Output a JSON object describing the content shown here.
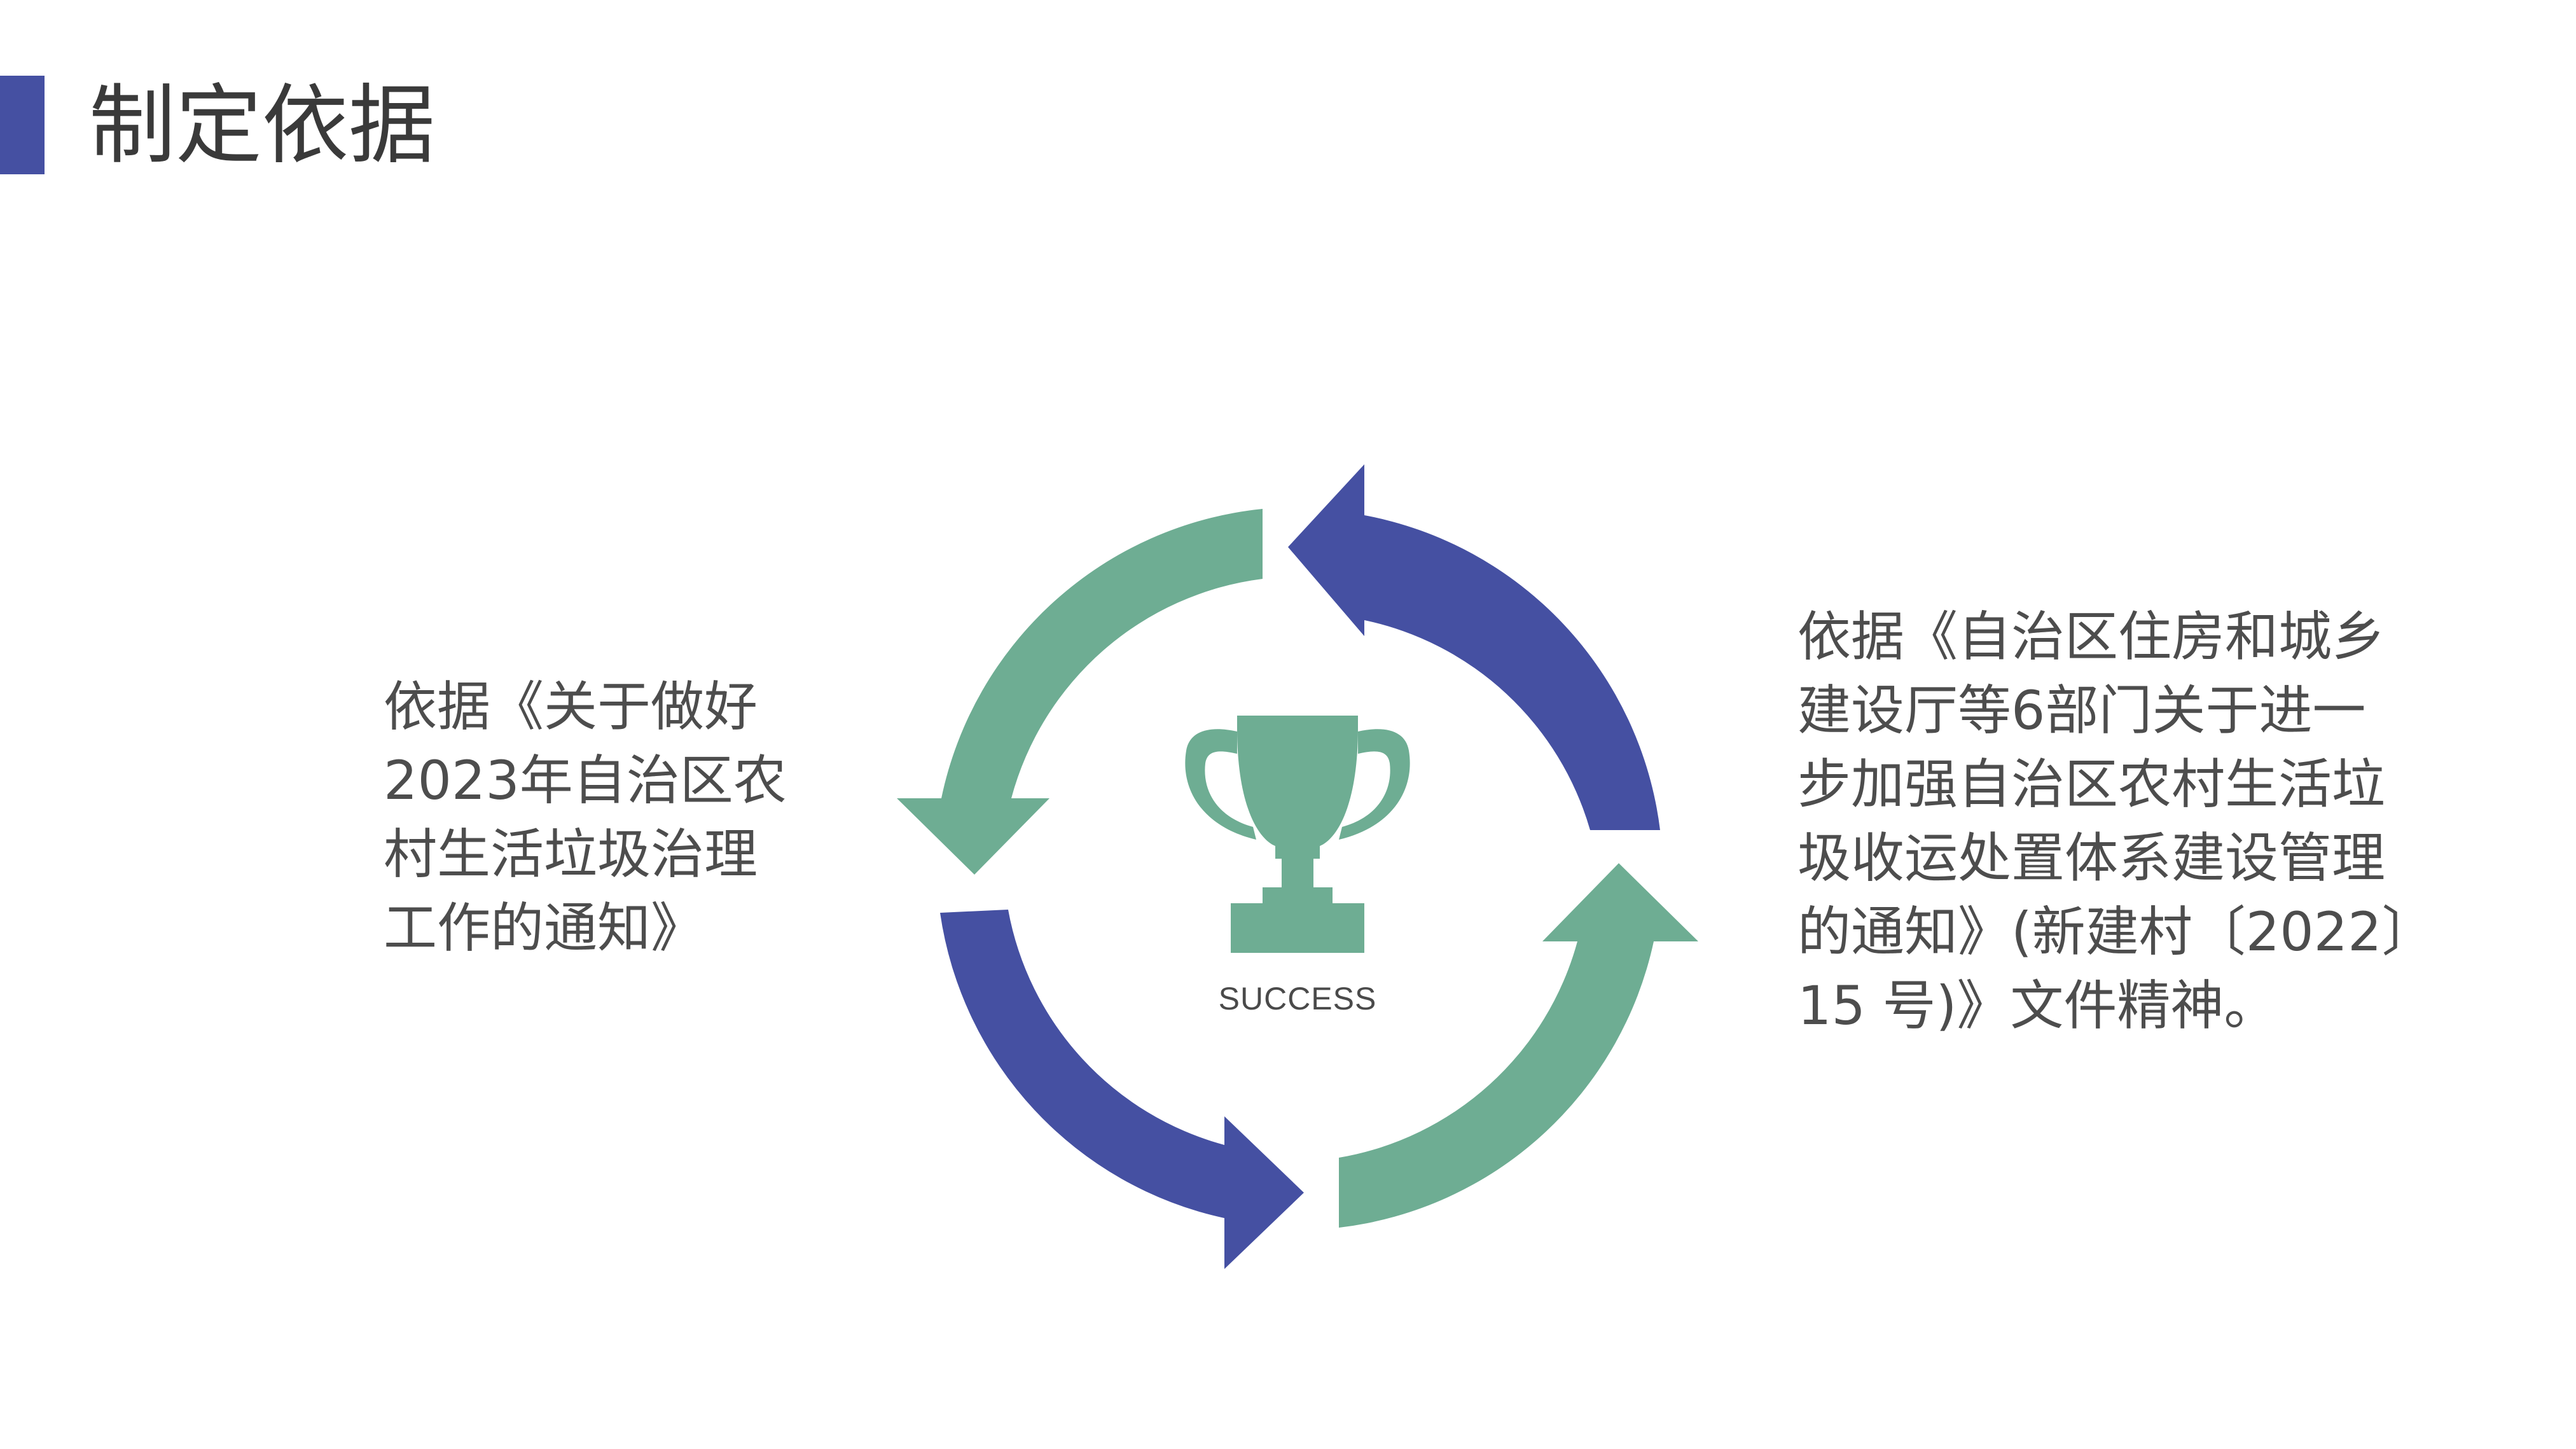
{
  "title": "制定依据",
  "left_text": "依据《关于做好\n2023年自治区农\n村生活垃圾治理\n工作的通知》",
  "right_text": "依据《自治区住房和城乡\n建设厅等6部门关于进一\n步加强自治区农村生活垃\n圾收运处置体系建设管理\n的通知》(新建村〔2022〕\n15 号)》文件精神。",
  "center_label": "SUCCESS",
  "center_icon": "trophy-icon",
  "colors": {
    "accent_blue": "#4550a2",
    "accent_green": "#6ead93",
    "text": "#4d4d4d",
    "title": "#3a3a3a"
  }
}
